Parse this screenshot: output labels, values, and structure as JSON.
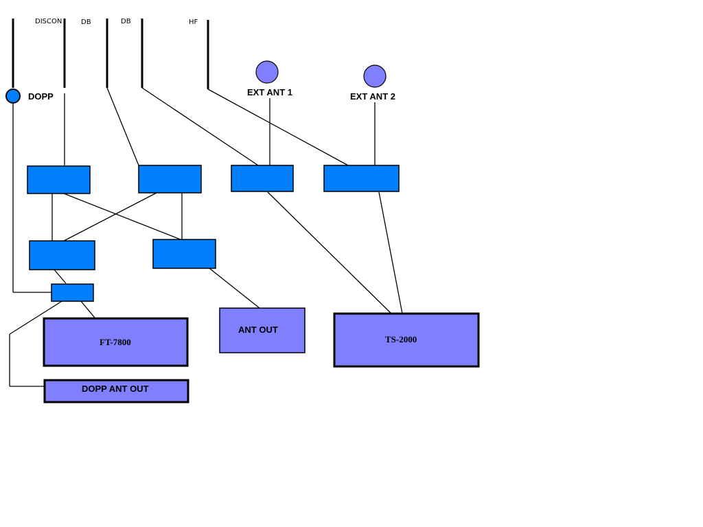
{
  "feed_labels": {
    "discon": "DISCON",
    "db_1": "DB",
    "db_2": "DB",
    "hf": "HF"
  },
  "antennas": {
    "ext_ant_1": "EXT ANT 1",
    "ext_ant_2": "EXT ANT 2",
    "dopp": "DOPP"
  },
  "equipment": {
    "ft7800": "FT-7800",
    "ant_out": "ANT OUT",
    "ts2000": "TS-2000",
    "dopp_ant_out": "DOPP ANT OUT"
  },
  "colors": {
    "switch_fill": "#0080ff",
    "radio_fill": "#8080ff",
    "line": "#000000",
    "background": "#ffffff"
  }
}
